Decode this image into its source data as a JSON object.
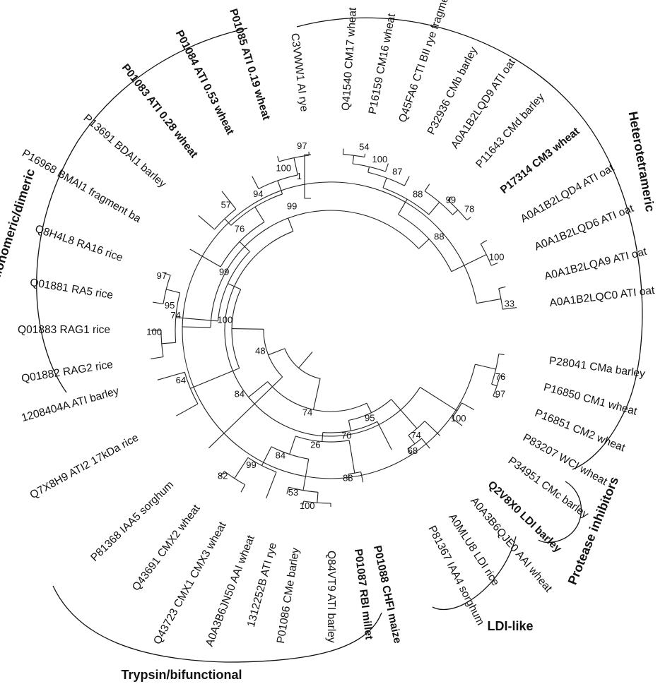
{
  "tree": {
    "leaves": [
      {
        "label": "C3VWW1 AI rye",
        "bold": false
      },
      {
        "label": "P01085 ATI 0.19 wheat",
        "bold": true
      },
      {
        "label": "P01084 ATI 0.53 wheat",
        "bold": true
      },
      {
        "label": "P01083 ATI 0.28 wheat",
        "bold": true
      },
      {
        "label": "P13691 BDAI1 barley",
        "bold": false
      },
      {
        "label": "P16968 BMAI1 fragment ba",
        "bold": false
      },
      {
        "label": "Q8H4L8 RA16 rice",
        "bold": false
      },
      {
        "label": "Q01881 RA5 rice",
        "bold": false
      },
      {
        "label": "Q01883 RAG1 rice",
        "bold": false
      },
      {
        "label": "Q01882 RAG2 rice",
        "bold": false
      },
      {
        "label": "1208404A ATI barley",
        "bold": false
      },
      {
        "label": "Q7X8H9 ATI2 17kDa rice",
        "bold": false
      },
      {
        "label": "P81368 IAA5 sorghum",
        "bold": false
      },
      {
        "label": "Q43691 CMX2 wheat",
        "bold": false
      },
      {
        "label": "Q43723 CMX1 CMX3 wheat",
        "bold": false
      },
      {
        "label": "A0A3B6JN50 AAI wheat",
        "bold": false
      },
      {
        "label": "1312252B ATI rye",
        "bold": false
      },
      {
        "label": "P01086 CMe barley",
        "bold": false
      },
      {
        "label": "Q84VT9 ATI barley",
        "bold": false
      },
      {
        "label": "P01087 RBI millet",
        "bold": true
      },
      {
        "label": "P01088 CHFI maize",
        "bold": true
      },
      {
        "label": "P81367 IAA4 sorghum",
        "bold": false
      },
      {
        "label": "A0MLU8 LDI rice",
        "bold": false
      },
      {
        "label": "A0A3B6QJE0 AAI wheat",
        "bold": false
      },
      {
        "label": "Q2V8X0 LDI barley",
        "bold": true
      },
      {
        "label": "P34951 CMc barley",
        "bold": false
      },
      {
        "label": "P83207 WCI wheat",
        "bold": false
      },
      {
        "label": "P16851 CM2 wheat",
        "bold": false
      },
      {
        "label": "P16850 CM1 wheat",
        "bold": false
      },
      {
        "label": "P28041 CMa barley",
        "bold": false
      },
      {
        "label": "A0A1B2LQC0 ATI oat",
        "bold": false
      },
      {
        "label": "A0A1B2LQA9 ATI oat",
        "bold": false
      },
      {
        "label": "A0A1B2LQD6 ATI oat",
        "bold": false
      },
      {
        "label": "A0A1B2LQD4 ATI oat",
        "bold": false
      },
      {
        "label": "P17314 CM3 wheat",
        "bold": true
      },
      {
        "label": "P11643 CMd barley",
        "bold": false
      },
      {
        "label": "A0A1B2LQD9 ATI oat",
        "bold": false
      },
      {
        "label": "P32936 CMb barley",
        "bold": false
      },
      {
        "label": "Q45FA6 CTI BII rye fragme",
        "bold": false
      },
      {
        "label": "P16159 CM16 wheat",
        "bold": false
      },
      {
        "label": "Q41540 CM17 wheat",
        "bold": false
      }
    ],
    "bootstrap": [
      "97",
      "100",
      "57",
      "94",
      "76",
      "97",
      "100",
      "95",
      "99",
      "64",
      "100",
      "48",
      "82",
      "99",
      "100",
      "53",
      "84",
      "88",
      "26",
      "70",
      "68",
      "74",
      "95",
      "54",
      "100",
      "87",
      "78",
      "99",
      "88",
      "100",
      "88",
      "97",
      "76",
      "33",
      "74",
      "99",
      "100",
      "84",
      "74"
    ],
    "scale_label": "1"
  },
  "groups": [
    {
      "label": "Monomeric/dimeric"
    },
    {
      "label": "Heterotetrameric"
    },
    {
      "label": "Protease inhibitors"
    },
    {
      "label": "LDI-like"
    },
    {
      "label": "Trypsin/bifunctional"
    }
  ]
}
